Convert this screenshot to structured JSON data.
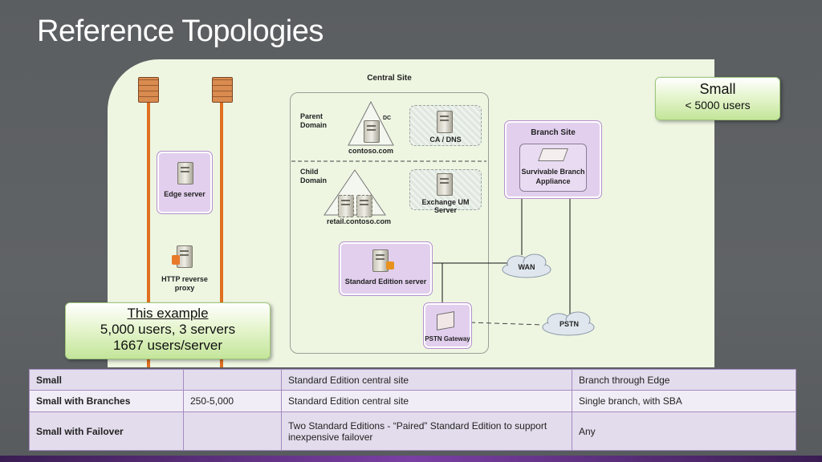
{
  "title": "Reference Topologies",
  "diagram": {
    "central_site": "Central Site",
    "parent_domain": "Parent\nDomain",
    "dc": "DC",
    "contoso": "contoso.com",
    "ca_dns": "CA / DNS",
    "child_domain": "Child\nDomain",
    "retail": "retail.contoso.com",
    "exchange_um": "Exchange UM Server",
    "standard_edition": "Standard Edition server",
    "pstn_gateway": "PSTN Gateway",
    "branch_site": "Branch Site",
    "sba": "Survivable Branch\nAppliance",
    "wan": "WAN",
    "pstn": "PSTN",
    "edge_server": "Edge server",
    "http_proxy": "HTTP reverse\nproxy"
  },
  "small_box": {
    "title": "Small",
    "subtitle": "< 5000 users"
  },
  "example_box": {
    "line1": "This example",
    "line2": "5,000 users, 3 servers",
    "line3": "1667 users/server"
  },
  "table": {
    "rows": [
      [
        "Small",
        "",
        "Standard Edition central site",
        "Branch through Edge"
      ],
      [
        "Small with Branches",
        "250-5,000",
        "Standard Edition central site",
        "Single branch, with SBA"
      ],
      [
        "Small with Failover",
        "",
        "Two Standard Editions - “Paired” Standard Edition to support inexpensive failover",
        "Any"
      ]
    ]
  },
  "colors": {
    "accent_orange": "#e0701f",
    "purple": "#e2cfee",
    "green": "#c3e59a"
  }
}
